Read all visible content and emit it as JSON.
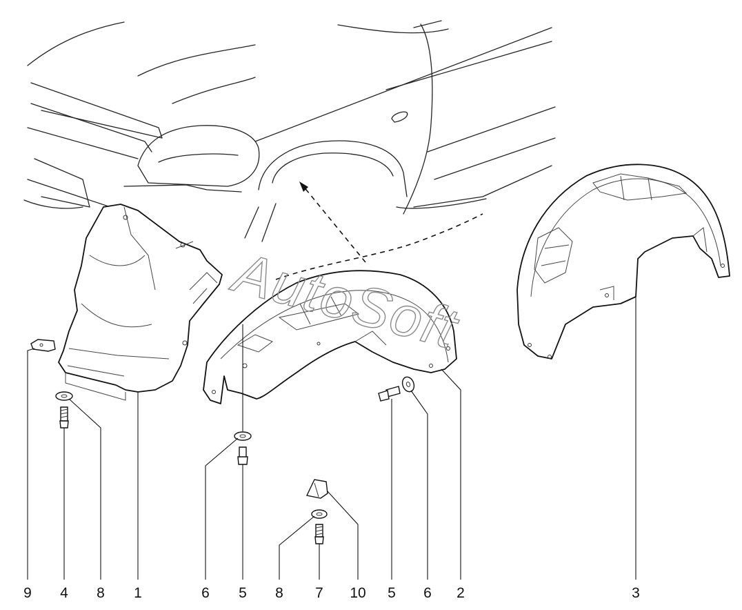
{
  "watermark": "AutoSoft",
  "callouts": {
    "c9": "9",
    "c4": "4",
    "c8a": "8",
    "c1": "1",
    "c6a": "6",
    "c5a": "5",
    "c8b": "8",
    "c7": "7",
    "c10": "10",
    "c5b": "5",
    "c6b": "6",
    "c2": "2",
    "c3": "3"
  }
}
